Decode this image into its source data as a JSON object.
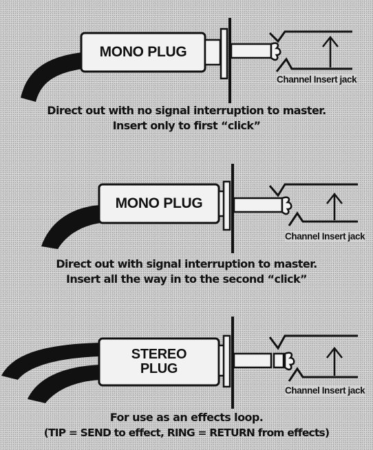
{
  "panels": [
    {
      "plug_label": "MONO PLUG",
      "jack_label": "Channel Insert jack",
      "caption_line1": "Direct out with no signal interruption to master.",
      "caption_line2": "Insert only to first “click”"
    },
    {
      "plug_label": "MONO PLUG",
      "jack_label": "Channel Insert jack",
      "caption_line1": "Direct out with signal interruption to master.",
      "caption_line2": "Insert all the way in to the second “click”"
    },
    {
      "plug_label": "STEREO PLUG",
      "jack_label": "Channel Insert jack",
      "caption_line1": "For use as an effects loop.",
      "caption_line2": "(TIP = SEND to effect, RING = RETURN from effects)"
    }
  ],
  "colors": {
    "ink": "#111111",
    "plug_body": "#f2f2f2",
    "background": "#cfcfcf"
  }
}
